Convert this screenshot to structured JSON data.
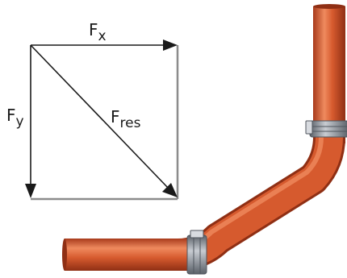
{
  "labels": {
    "fx": {
      "main": "F",
      "sub": "x"
    },
    "fy": {
      "main": "F",
      "sub": "y"
    },
    "fres": {
      "main": "F",
      "sub": "res"
    }
  },
  "colors": {
    "vector": "#1a1a1a",
    "frame": "#8c8c8c",
    "pipe": "#d65a2e",
    "pipe_dark": "#a83a1b",
    "pipe_light": "#ef8a5e",
    "clamp": "#9aa0a8",
    "clamp_dark": "#50565e"
  }
}
